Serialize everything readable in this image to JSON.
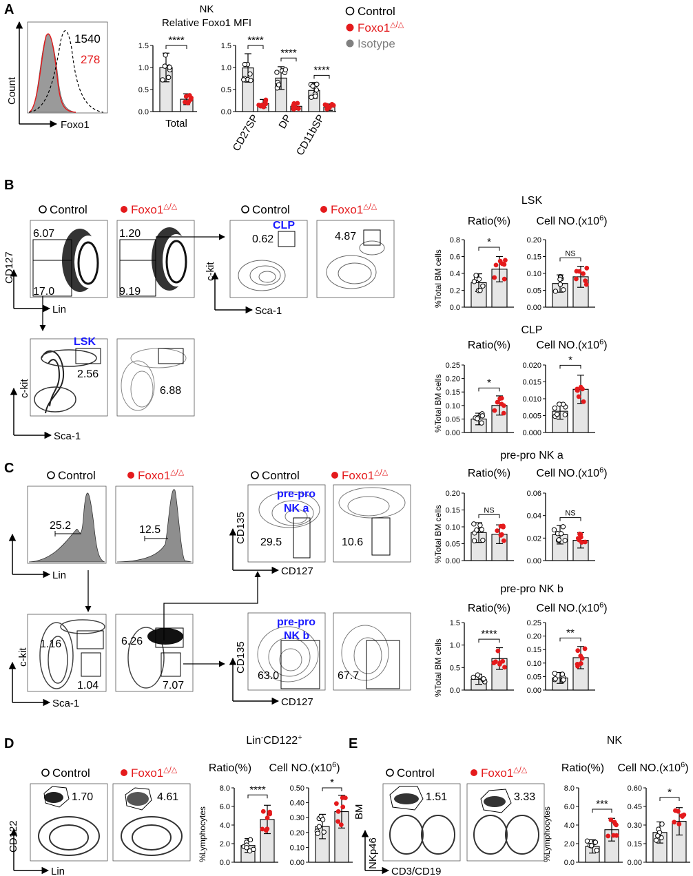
{
  "colors": {
    "control": "#000000",
    "foxo": "#e41a1c",
    "isotype": "#808080",
    "gate_label": "#1a1aff",
    "bar_fill": "#e6e6e6"
  },
  "legend": {
    "control": "Control",
    "foxo": "Foxo1",
    "foxo_sup": "△/△",
    "isotype": "Isotype"
  },
  "panelA": {
    "letter": "A",
    "title1": "NK",
    "title2": "Relative Foxo1 MFI",
    "hist_xlabel": "Foxo1",
    "hist_ylabel": "Count",
    "mfi_control": "1540",
    "mfi_foxo": "278"
  },
  "panelB": {
    "letter": "B",
    "lsk_title": "LSK",
    "clp_title": "CLP",
    "ratio": "Ratio(%)",
    "cellno": "Cell NO.(x10",
    "cellno_sup": "6",
    "cellno_end": ")",
    "ylabel": "%Total  BM cells",
    "gate_clp": "CLP",
    "gate_lsk": "LSK",
    "axes": {
      "cd127": "CD127",
      "lin": "Lin",
      "ckit": "c-kit",
      "sca1": "Sca-1"
    },
    "values": {
      "c_up": "6.07",
      "c_low": "17.0",
      "f_up": "1.20",
      "f_low": "9.19",
      "clp_c": "0.62",
      "clp_f": "4.87",
      "lsk_c": "2.56",
      "lsk_f": "6.88"
    }
  },
  "panelC": {
    "letter": "C",
    "a_title": "pre-pro NK a",
    "b_title": "pre-pro NK b",
    "gate_a1": "pre-pro",
    "gate_a2": "NK a",
    "gate_b1": "pre-pro",
    "gate_b2": "NK b",
    "axes": {
      "lin": "Lin",
      "ckit": "c-kit",
      "sca1": "Sca-1",
      "cd135": "CD135",
      "cd127": "CD127"
    },
    "values": {
      "lin_c": "25.2",
      "lin_f": "12.5",
      "a_c": "29.5",
      "a_f": "10.6",
      "b_c": "63.0",
      "b_f": "67.7",
      "k_c1": "1.16",
      "k_c2": "1.04",
      "k_f1": "6.26",
      "k_f2": "7.07"
    }
  },
  "panelD": {
    "letter": "D",
    "title_main": "Lin",
    "title_sup1": "-",
    "title_mid": "CD122",
    "title_sup2": "+",
    "ylabel_ratio": "%Lymphocytes",
    "axes": {
      "cd122": "CD122",
      "lin": "Lin"
    },
    "values": {
      "c": "1.70",
      "f": "4.61"
    }
  },
  "panelE": {
    "letter": "E",
    "title": "NK",
    "ylabel_ratio": "%Lymphocytes",
    "axes": {
      "bm": "BM",
      "nkp46": "NKp46",
      "cd3": "CD3/CD19"
    },
    "values": {
      "c": "1.51",
      "f": "3.33"
    }
  },
  "chart_data": [
    {
      "type": "bar",
      "id": "A-total",
      "categories": [
        "Total"
      ],
      "series": [
        {
          "name": "Control",
          "values": [
            1.0
          ]
        },
        {
          "name": "Foxo1△/△",
          "values": [
            0.28
          ]
        }
      ],
      "ylim": [
        0,
        1.5
      ],
      "yticks": [
        "0.0",
        "0.5",
        "1.0",
        "1.5"
      ],
      "sig": [
        "****"
      ]
    },
    {
      "type": "bar",
      "id": "A-subsets",
      "categories": [
        "CD27SP",
        "DP",
        "CD11bSP"
      ],
      "series": [
        {
          "name": "Control",
          "values": [
            0.99,
            0.76,
            0.48
          ]
        },
        {
          "name": "Foxo1△/△",
          "values": [
            0.18,
            0.12,
            0.1
          ]
        }
      ],
      "ylim": [
        0,
        1.5
      ],
      "yticks": [
        "0.0",
        "0.5",
        "1.0",
        "1.5"
      ],
      "sig": [
        "****",
        "****",
        "****"
      ]
    },
    {
      "type": "bar",
      "id": "LSK-ratio",
      "series": [
        {
          "name": "Control",
          "values": [
            0.29
          ]
        },
        {
          "name": "Foxo1△/△",
          "values": [
            0.45
          ]
        }
      ],
      "ylim": [
        0,
        0.8
      ],
      "yticks": [
        "0.0",
        "0.2",
        "0.4",
        "0.6",
        "0.8"
      ],
      "sig": [
        "*"
      ]
    },
    {
      "type": "bar",
      "id": "LSK-cellno",
      "series": [
        {
          "name": "Control",
          "values": [
            0.07
          ]
        },
        {
          "name": "Foxo1△/△",
          "values": [
            0.09
          ]
        }
      ],
      "ylim": [
        0,
        0.2
      ],
      "yticks": [
        "0.00",
        "0.05",
        "0.10",
        "0.15",
        "0.20"
      ],
      "sig": [
        "NS"
      ]
    },
    {
      "type": "bar",
      "id": "CLP-ratio",
      "series": [
        {
          "name": "Control",
          "values": [
            0.05
          ]
        },
        {
          "name": "Foxo1△/△",
          "values": [
            0.1
          ]
        }
      ],
      "ylim": [
        0,
        0.25
      ],
      "yticks": [
        "0.00",
        "0.05",
        "0.10",
        "0.15",
        "0.20",
        "0.25"
      ],
      "sig": [
        "*"
      ]
    },
    {
      "type": "bar",
      "id": "CLP-cellno",
      "series": [
        {
          "name": "Control",
          "values": [
            0.0063
          ]
        },
        {
          "name": "Foxo1△/△",
          "values": [
            0.0128
          ]
        }
      ],
      "ylim": [
        0,
        0.02
      ],
      "yticks": [
        "0.000",
        "0.005",
        "0.010",
        "0.015",
        "0.020"
      ],
      "sig": [
        "*"
      ]
    },
    {
      "type": "bar",
      "id": "preproA-ratio",
      "series": [
        {
          "name": "Control",
          "values": [
            0.083
          ]
        },
        {
          "name": "Foxo1△/△",
          "values": [
            0.078
          ]
        }
      ],
      "ylim": [
        0,
        0.2
      ],
      "yticks": [
        "0.00",
        "0.05",
        "0.10",
        "0.15",
        "0.20"
      ],
      "sig": [
        "NS"
      ]
    },
    {
      "type": "bar",
      "id": "preproA-cellno",
      "series": [
        {
          "name": "Control",
          "values": [
            0.023
          ]
        },
        {
          "name": "Foxo1△/△",
          "values": [
            0.018
          ]
        }
      ],
      "ylim": [
        0,
        0.06
      ],
      "yticks": [
        "0.00",
        "0.02",
        "0.04",
        "0.06"
      ],
      "sig": [
        "NS"
      ]
    },
    {
      "type": "bar",
      "id": "preproB-ratio",
      "series": [
        {
          "name": "Control",
          "values": [
            0.24
          ]
        },
        {
          "name": "Foxo1△/△",
          "values": [
            0.7
          ]
        }
      ],
      "ylim": [
        0,
        1.5
      ],
      "yticks": [
        "0.0",
        "0.5",
        "1.0",
        "1.5"
      ],
      "sig": [
        "****"
      ]
    },
    {
      "type": "bar",
      "id": "preproB-cellno",
      "series": [
        {
          "name": "Control",
          "values": [
            0.045
          ]
        },
        {
          "name": "Foxo1△/△",
          "values": [
            0.12
          ]
        }
      ],
      "ylim": [
        0,
        0.25
      ],
      "yticks": [
        "0.00",
        "0.05",
        "0.10",
        "0.15",
        "0.20",
        "0.25"
      ],
      "sig": [
        "**"
      ]
    },
    {
      "type": "bar",
      "id": "D-ratio",
      "series": [
        {
          "name": "Control",
          "values": [
            1.8
          ]
        },
        {
          "name": "Foxo1△/△",
          "values": [
            4.6
          ]
        }
      ],
      "ylim": [
        0,
        8
      ],
      "yticks": [
        "0.0",
        "2.0",
        "4.0",
        "6.0",
        "8.0"
      ],
      "sig": [
        "****"
      ]
    },
    {
      "type": "bar",
      "id": "D-cellno",
      "series": [
        {
          "name": "Control",
          "values": [
            0.24
          ]
        },
        {
          "name": "Foxo1△/△",
          "values": [
            0.34
          ]
        }
      ],
      "ylim": [
        0,
        0.5
      ],
      "yticks": [
        "0.00",
        "0.10",
        "0.20",
        "0.30",
        "0.40",
        "0.50"
      ],
      "sig": [
        "*"
      ]
    },
    {
      "type": "bar",
      "id": "E-ratio",
      "series": [
        {
          "name": "Control",
          "values": [
            1.7
          ]
        },
        {
          "name": "Foxo1△/△",
          "values": [
            3.5
          ]
        }
      ],
      "ylim": [
        0,
        8
      ],
      "yticks": [
        "0.0",
        "2.0",
        "4.0",
        "6.0",
        "8.0"
      ],
      "sig": [
        "***"
      ]
    },
    {
      "type": "bar",
      "id": "E-cellno",
      "series": [
        {
          "name": "Control",
          "values": [
            0.24
          ]
        },
        {
          "name": "Foxo1△/△",
          "values": [
            0.33
          ]
        }
      ],
      "ylim": [
        0,
        0.6
      ],
      "yticks": [
        "0.00",
        "0.15",
        "0.30",
        "0.45",
        "0.60"
      ],
      "sig": [
        "*"
      ]
    }
  ]
}
